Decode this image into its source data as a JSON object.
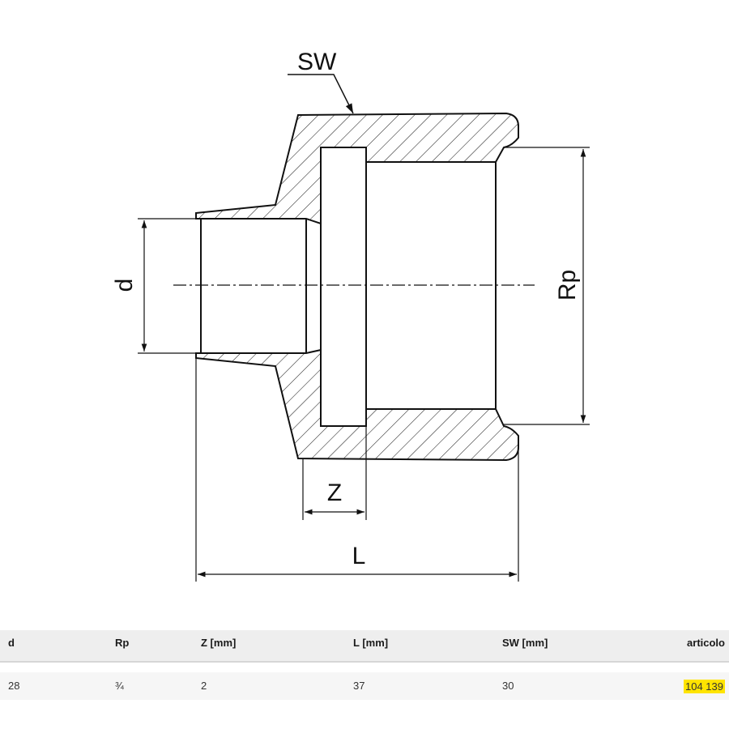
{
  "drawing": {
    "labels": {
      "sw": "SW",
      "d": "d",
      "rp": "Rp",
      "z": "Z",
      "l": "L"
    }
  },
  "table": {
    "headers": [
      "d",
      "Rp",
      "Z [mm]",
      "L [mm]",
      "SW [mm]",
      "articolo"
    ],
    "rows": [
      [
        "28",
        "¾",
        "2",
        "37",
        "30",
        "104 139"
      ]
    ]
  },
  "colors": {
    "highlight": "#ffe400",
    "header_bg": "#eeeeee",
    "row_bg": "#f6f6f6"
  }
}
